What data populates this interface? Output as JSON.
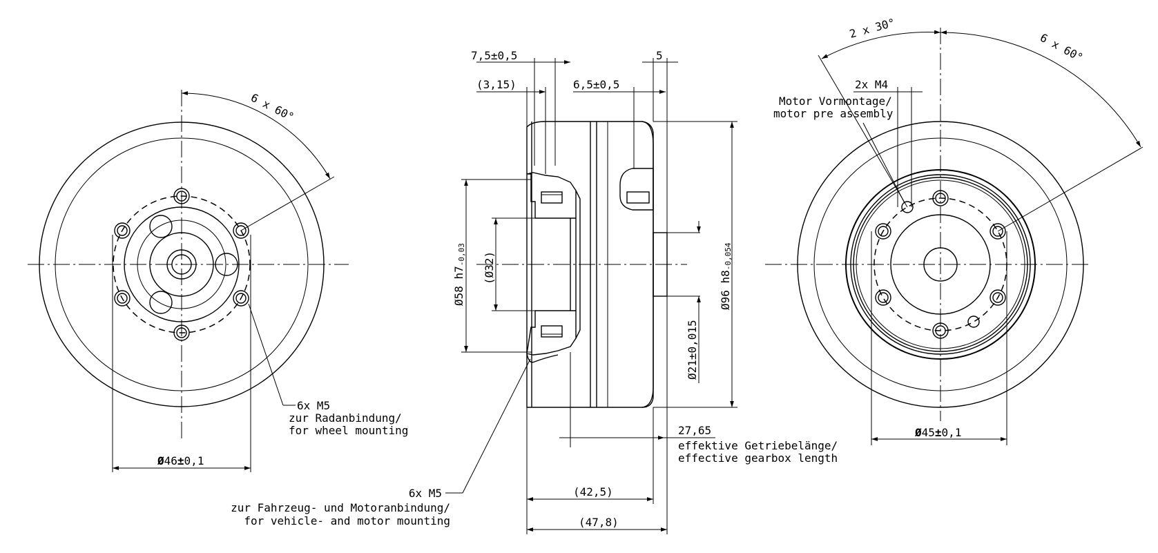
{
  "front_view": {
    "bolt_pattern": "6 x 60°",
    "screw_note_line1": "6x M5",
    "screw_note_line2": "zur Radanbindung/",
    "screw_note_line3": "for wheel mounting",
    "diameter_symbol": "Ø",
    "diameter_value": "46",
    "tolerance_sign": "±",
    "tolerance_value": "0,1"
  },
  "side_view": {
    "dim_7_5": "7,5±0,5",
    "dim_3_15": "(3,15)",
    "dim_6_5": "6,5±0,5",
    "dim_5": "5",
    "dim_58_main": "Ø58 h7",
    "dim_58_tol": "-0,03",
    "dim_32": "(Ø32)",
    "dim_21": "Ø21±0,015",
    "dim_96_main": "Ø96 h8",
    "dim_96_tol": "-0,054",
    "dim_27_65": "27,65",
    "gearbox_de": "effektive Getriebelänge/",
    "gearbox_en": "effective gearbox length",
    "dim_42_5": "(42,5)",
    "dim_47_8": "(47,8)",
    "mount_note_line1": "6x M5",
    "mount_note_line2": "zur Fahrzeug- und Motoranbindung/",
    "mount_note_line3": "for vehicle- and motor mounting"
  },
  "rear_view": {
    "angle_2x30": "2 x 30°",
    "angle_6x60": "6 x 60°",
    "m4_note": "2x M4",
    "premount_de": "Motor Vormontage/",
    "premount_en": "motor pre assembly",
    "diameter_symbol": "Ø",
    "diameter_value": "45",
    "tolerance_sign": "±",
    "tolerance_value": "0,1"
  }
}
